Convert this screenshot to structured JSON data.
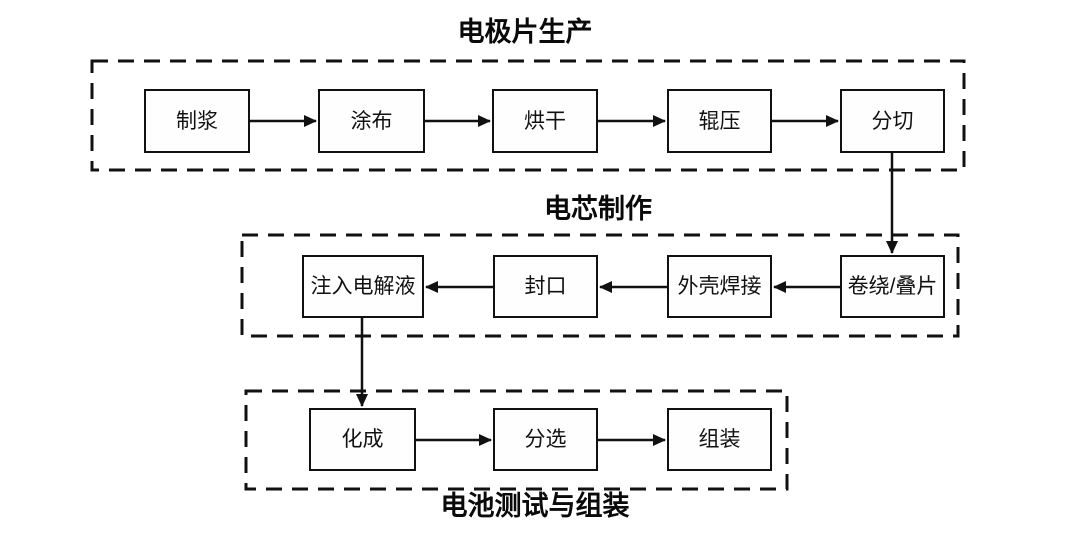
{
  "titles": {
    "electrode": "电极片生产",
    "cell": "电芯制作",
    "test": "电池测试与组装"
  },
  "nodes": {
    "slurry": "制浆",
    "coating": "涂布",
    "drying": "烘干",
    "calendering": "辊压",
    "slitting": "分切",
    "winding_stacking": "卷绕/叠片",
    "case_welding": "外壳焊接",
    "sealing": "封口",
    "electrolyte_filling": "注入电解液",
    "formation": "化成",
    "sorting": "分选",
    "assembly": "组装"
  },
  "sections": [
    {
      "title": "电极片生产",
      "title_position": "top",
      "nodes": [
        "制浆",
        "涂布",
        "烘干",
        "辊压",
        "分切"
      ]
    },
    {
      "title": "电芯制作",
      "title_position": "top",
      "nodes": [
        "卷绕/叠片",
        "外壳焊接",
        "封口",
        "注入电解液"
      ]
    },
    {
      "title": "电池测试与组装",
      "title_position": "bottom",
      "nodes": [
        "化成",
        "分选",
        "组装"
      ]
    }
  ],
  "edges": [
    {
      "from": "制浆",
      "to": "涂布"
    },
    {
      "from": "涂布",
      "to": "烘干"
    },
    {
      "from": "烘干",
      "to": "辊压"
    },
    {
      "from": "辊压",
      "to": "分切"
    },
    {
      "from": "分切",
      "to": "卷绕/叠片"
    },
    {
      "from": "卷绕/叠片",
      "to": "外壳焊接"
    },
    {
      "from": "外壳焊接",
      "to": "封口"
    },
    {
      "from": "封口",
      "to": "注入电解液"
    },
    {
      "from": "注入电解液",
      "to": "化成"
    },
    {
      "from": "化成",
      "to": "分选"
    },
    {
      "from": "分选",
      "to": "组装"
    }
  ],
  "colors": {
    "background": "#ffffff",
    "line": "#111111",
    "node_fill": "#fefefe",
    "text": "#111111"
  }
}
